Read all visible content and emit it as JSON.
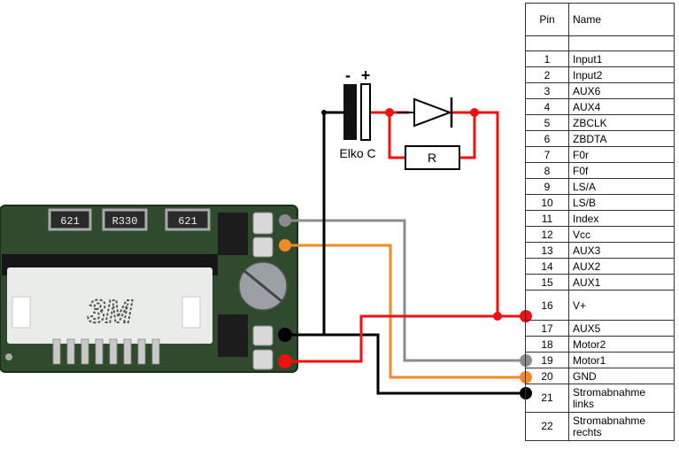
{
  "capacitor": {
    "label": "Elko C",
    "minus": "-",
    "plus": "+"
  },
  "resistor": {
    "label": "R"
  },
  "board": {
    "resistor_codes": [
      "621",
      "R330",
      "621"
    ],
    "logo": "3M"
  },
  "table": {
    "header_pin": "Pin",
    "header_name": "Name",
    "rows": [
      {
        "pin": "1",
        "name": "Input1"
      },
      {
        "pin": "2",
        "name": "Input2"
      },
      {
        "pin": "3",
        "name": "AUX6"
      },
      {
        "pin": "4",
        "name": "AUX4"
      },
      {
        "pin": "5",
        "name": "ZBCLK"
      },
      {
        "pin": "6",
        "name": "ZBDTA"
      },
      {
        "pin": "7",
        "name": "F0r"
      },
      {
        "pin": "8",
        "name": "F0f"
      },
      {
        "pin": "9",
        "name": "LS/A"
      },
      {
        "pin": "10",
        "name": "LS/B"
      },
      {
        "pin": "11",
        "name": "Index"
      },
      {
        "pin": "12",
        "name": "Vcc"
      },
      {
        "pin": "13",
        "name": "AUX3"
      },
      {
        "pin": "14",
        "name": "AUX2"
      },
      {
        "pin": "15",
        "name": "AUX1"
      },
      {
        "pin": "16",
        "name": "V+"
      },
      {
        "pin": "17",
        "name": "AUX5"
      },
      {
        "pin": "18",
        "name": "Motor2"
      },
      {
        "pin": "19",
        "name": "Motor1"
      },
      {
        "pin": "20",
        "name": "GND"
      },
      {
        "pin": "21",
        "name_lines": [
          "Stromabnahme",
          "links"
        ]
      },
      {
        "pin": "22",
        "name_lines": [
          "Stromabnahme",
          "rechts"
        ]
      }
    ]
  },
  "wire_colors": {
    "gray": "#8c8c8c",
    "orange": "#ee8a2a",
    "black": "#000000",
    "red": "#ee1111"
  }
}
